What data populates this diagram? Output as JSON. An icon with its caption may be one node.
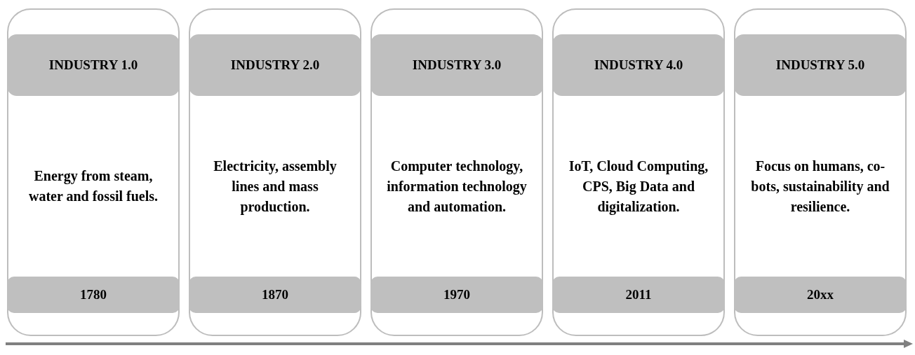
{
  "diagram": {
    "nodes": [
      {
        "text": [
          "Energy from steam, water and fossil fuels."
        ]
      },
      {
        "text": [
          "INDUSTRY 1.0"
        ],
        "in": 0
      },
      {
        "text": [
          "1780"
        ],
        "in": 0
      },
      {
        "text": [
          "Electricity, assembly lines and mass production."
        ]
      },
      {
        "text": [
          "INDUSTRY 2.0"
        ],
        "in": 3
      },
      {
        "text": [
          "1870"
        ],
        "in": 3
      },
      {
        "text": [
          "Computer technology, information technology and automation."
        ]
      },
      {
        "text": [
          "INDUSTRY 3.0"
        ],
        "in": 6
      },
      {
        "text": [
          "1970"
        ],
        "in": 6
      },
      {
        "text": [
          "IoT, Cloud Computing, CPS, Big Data and digitalization."
        ]
      },
      {
        "text": [
          "INDUSTRY 4.0"
        ],
        "in": 9
      },
      {
        "text": [
          "2011"
        ],
        "in": 9
      },
      {
        "text": [
          "Focus on humans, co-bots, sustainability and resilience."
        ]
      },
      {
        "text": [
          "INDUSTRY 5.0"
        ],
        "in": 12
      },
      {
        "text": [
          "20xx"
        ],
        "in": 12
      }
    ]
  }
}
